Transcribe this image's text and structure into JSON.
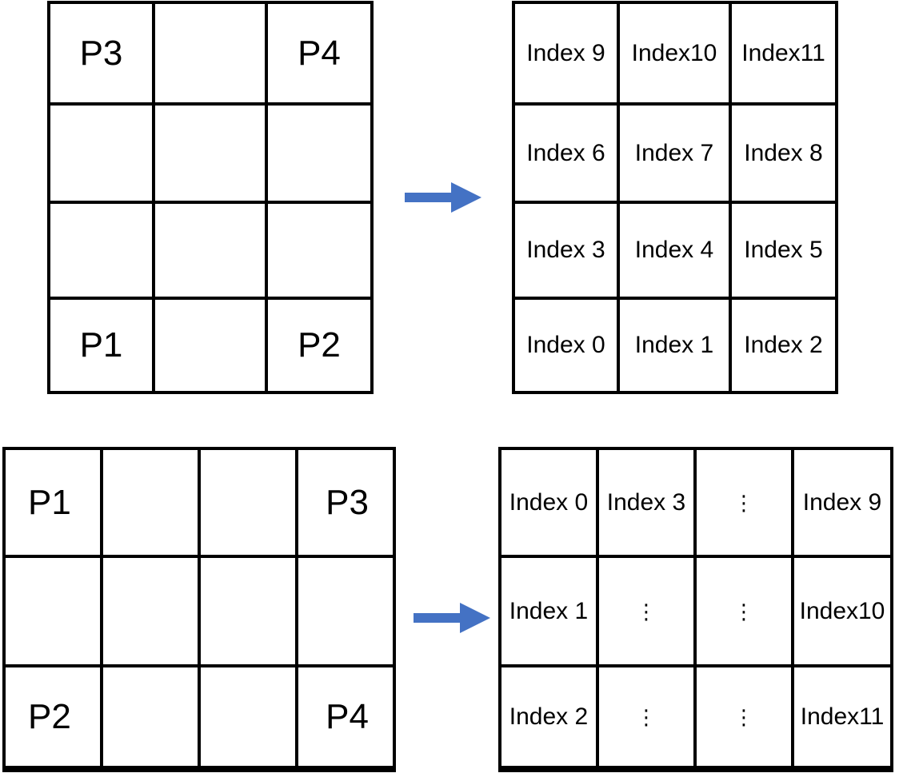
{
  "colors": {
    "arrow": "#4472C4",
    "line": "#000000",
    "background": "#ffffff"
  },
  "top_left_grid": {
    "cells": [
      "P3",
      "",
      "P4",
      "",
      "",
      "",
      "",
      "",
      "",
      "P1",
      "",
      "P2"
    ]
  },
  "top_right_grid": {
    "cells": [
      "Index 9",
      "Index10",
      "Index11",
      "Index 6",
      "Index 7",
      "Index 8",
      "Index 3",
      "Index 4",
      "Index 5",
      "Index 0",
      "Index 1",
      "Index 2"
    ]
  },
  "bottom_left_grid": {
    "cells": [
      "P1",
      "",
      "",
      "P3",
      "",
      "",
      "",
      "",
      "P2",
      "",
      "",
      "P4"
    ]
  },
  "bottom_right_grid": {
    "cells": [
      "Index 0",
      "Index 3",
      "⋮",
      "Index 9",
      "Index 1",
      "⋮",
      "⋮",
      "Index10",
      "Index 2",
      "⋮",
      "⋮",
      "Index11"
    ]
  },
  "icons": {
    "arrow": "right-arrow-icon"
  }
}
